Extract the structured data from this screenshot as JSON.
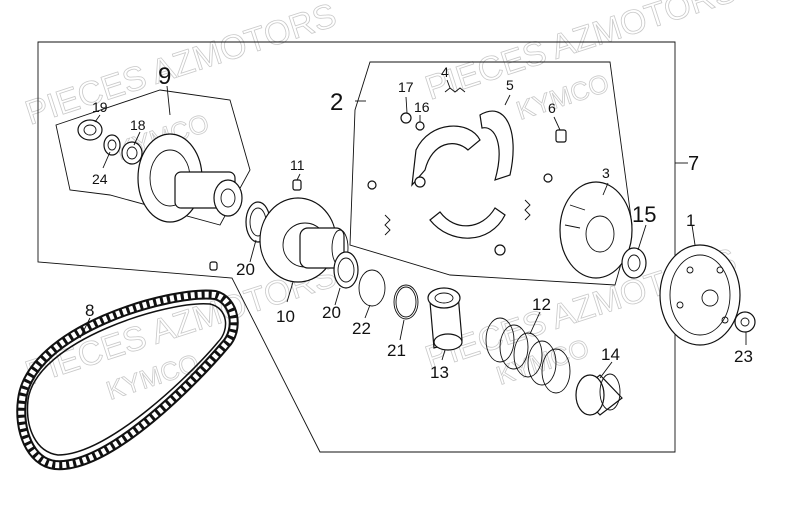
{
  "watermark": {
    "line1": "PIECES AZMOTORS",
    "line2": "KYMCO"
  },
  "labels": {
    "p1": "1",
    "p2": "2",
    "p3": "3",
    "p4": "4",
    "p5": "5",
    "p6": "6",
    "p7": "7",
    "p8": "8",
    "p9": "9",
    "p10": "10",
    "p11": "11",
    "p12": "12",
    "p13": "13",
    "p14": "14",
    "p15": "15",
    "p16": "16",
    "p17": "17",
    "p18": "18",
    "p19": "19",
    "p20a": "20",
    "p20b": "20",
    "p21": "21",
    "p22": "22",
    "p23": "23",
    "p24": "24"
  }
}
